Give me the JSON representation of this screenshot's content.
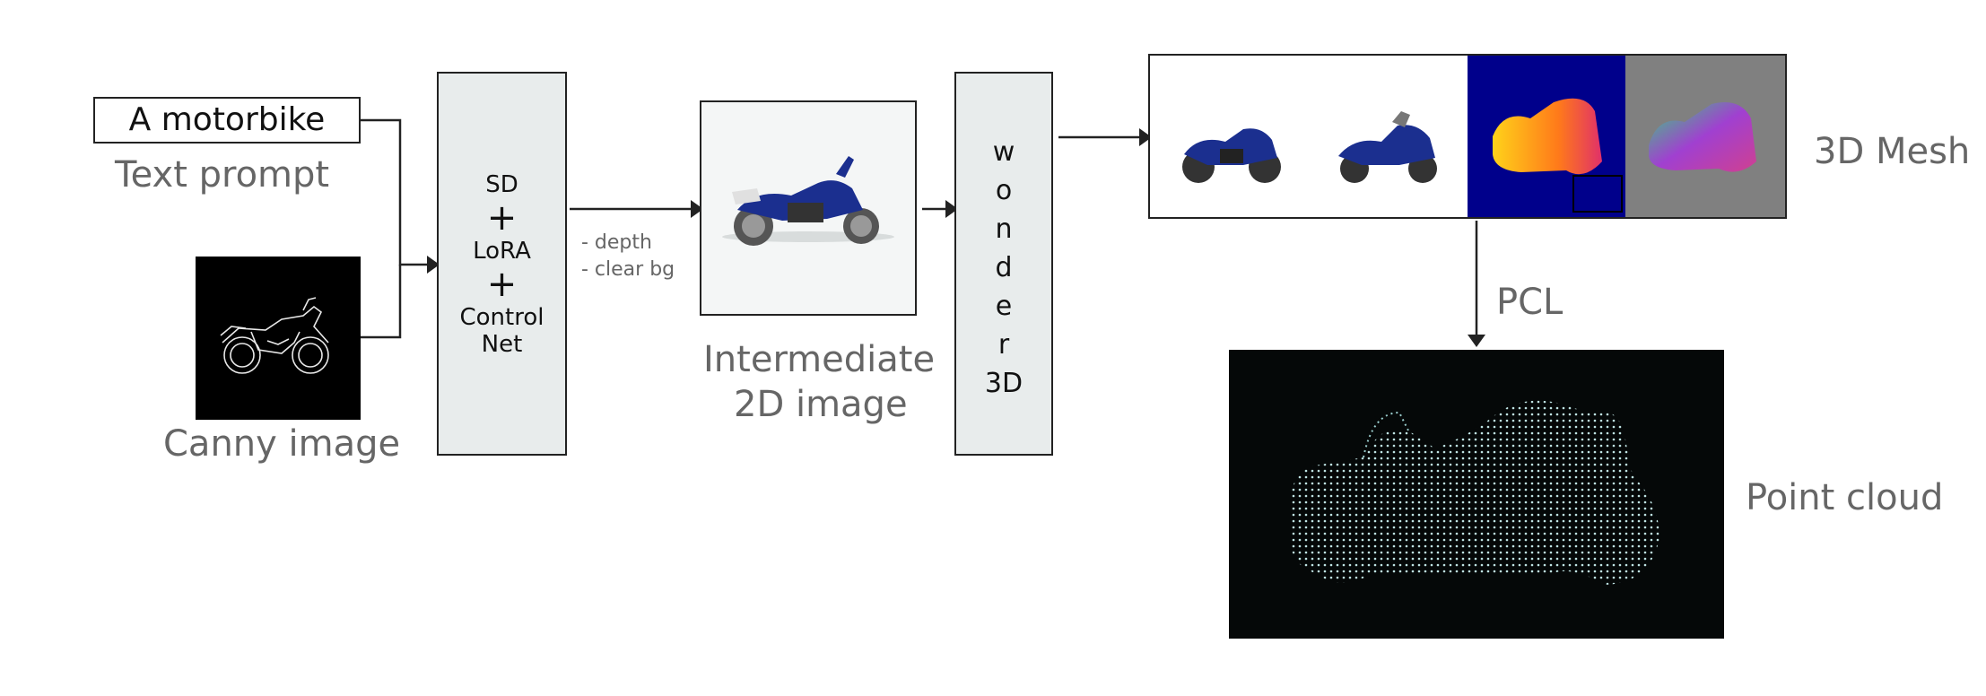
{
  "text_prompt": {
    "value": "A motorbike",
    "caption": "Text prompt"
  },
  "canny": {
    "caption": "Canny image"
  },
  "model_box": {
    "line1": "SD",
    "plus1": "+",
    "line2": "LoRA",
    "plus2": "+",
    "line3": "Control",
    "line4": "Net"
  },
  "annotations": {
    "depth": "- depth",
    "clear_bg": "- clear bg"
  },
  "intermediate": {
    "caption_line1": "Intermediate",
    "caption_line2": "2D image"
  },
  "wonder": {
    "letters": [
      "w",
      "o",
      "n",
      "d",
      "e",
      "r"
    ],
    "last": "3D"
  },
  "mesh": {
    "caption": "3D Mesh"
  },
  "pcl": {
    "label": "PCL"
  },
  "pointcloud": {
    "caption": "Point cloud"
  },
  "colors": {
    "box_fill": "#e8ecec",
    "label_gray": "#666666",
    "depth_bg": "#00008b",
    "normal_bg": "#808080"
  }
}
